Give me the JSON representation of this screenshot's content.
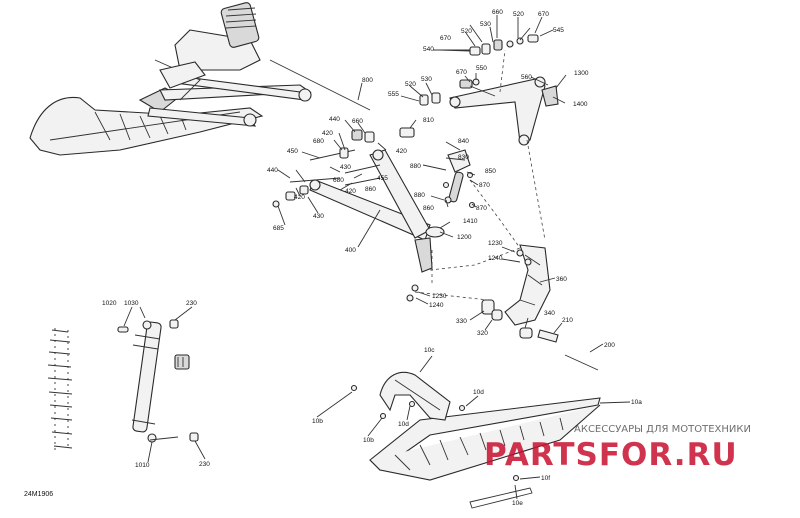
{
  "drawing_number": "24M1906",
  "watermark": {
    "tagline": "АКСЕССУАРЫ ДЛЯ МОТОТЕХНИКИ",
    "logo": "PARTSFOR.RU"
  },
  "callouts": {
    "c800": "800",
    "c660": "660",
    "c520a": "520",
    "c670a": "670",
    "c545": "545",
    "c530a": "530",
    "c670b": "670",
    "c520b": "520",
    "c540": "540",
    "c550": "550",
    "c670c": "670",
    "c560": "560",
    "c1300": "1300",
    "c520c": "520",
    "c530b": "530",
    "c555": "555",
    "c1400": "1400",
    "c810": "810",
    "c440a": "440",
    "c420a": "420",
    "c680a": "680",
    "c660b": "660",
    "c450": "450",
    "c420b": "420",
    "c840": "840",
    "c830": "830",
    "c880a": "880",
    "c850": "850",
    "c430a": "430",
    "c455": "455",
    "c860": "860",
    "c440b": "440",
    "c680b": "680",
    "c420c": "420",
    "c430b": "430",
    "c870a": "870",
    "c880b": "880",
    "c870b": "870",
    "c860b": "860",
    "c1410": "1410",
    "c1200": "1200",
    "c685": "685",
    "c400": "400",
    "c1230a": "1230",
    "c1240a": "1240",
    "c360": "360",
    "c1230b": "1230",
    "c1240b": "1240",
    "c330": "330",
    "c320": "320",
    "c340": "340",
    "c210": "210",
    "c200": "200",
    "c1020": "1020",
    "c1030": "1030",
    "c230a": "230",
    "c10c": "10c",
    "c10d": "10d",
    "c10b": "10b",
    "c10ba": "10b",
    "c10da": "10d",
    "c10a": "10a",
    "c1010": "1010",
    "c230b": "230",
    "c10f": "10f",
    "c10e": "10e"
  }
}
